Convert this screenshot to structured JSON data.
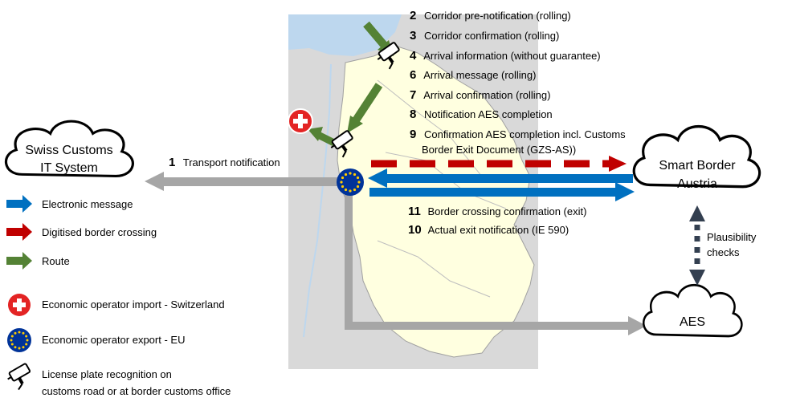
{
  "clouds": {
    "swiss": {
      "line1": "Swiss Customs",
      "line2": "IT System"
    },
    "smart": {
      "line1": "Smart Border",
      "line2": "Austria"
    },
    "aes": {
      "label": "AES"
    }
  },
  "steps": [
    {
      "num": "2",
      "text": "Corridor pre-notification (rolling)"
    },
    {
      "num": "3",
      "text": "Corridor confirmation (rolling)"
    },
    {
      "num": "4",
      "text": "Arrival information (without guarantee)"
    },
    {
      "num": "6",
      "text": "Arrival message (rolling)"
    },
    {
      "num": "7",
      "text": "Arrival confirmation (rolling)"
    },
    {
      "num": "8",
      "text": "Notification AES completion"
    },
    {
      "num": "9",
      "text": "Confirmation AES completion incl. Customs",
      "text2": "Border Exit Document (GZS-AS))"
    }
  ],
  "transport": {
    "num": "1",
    "text": "Transport notification"
  },
  "exit_steps": [
    {
      "num": "11",
      "text": "Border crossing confirmation (exit)"
    },
    {
      "num": "10",
      "text": "Actual exit notification (IE 590)"
    }
  ],
  "plausibility": {
    "line1": "Plausibility",
    "line2": "checks"
  },
  "legend": [
    {
      "icon": "blue-arrow-icon",
      "label": "Electronic message"
    },
    {
      "icon": "red-arrow-icon",
      "label": "Digitised border crossing"
    },
    {
      "icon": "green-arrow-icon",
      "label": "Route"
    },
    {
      "icon": "swiss-cross-icon",
      "label": "Economic operator import - Switzerland"
    },
    {
      "icon": "eu-flag-icon",
      "label": "Economic operator export - EU"
    },
    {
      "icon": "camera-icon",
      "label": "License plate recognition on",
      "label2": "customs road or at border customs office"
    }
  ],
  "colors": {
    "blue": "#0070C0",
    "red": "#C00000",
    "green": "#548235",
    "grey": "#A6A6A6",
    "map_bg": "#D9D9D9",
    "map_land": "#FFFFE0",
    "lake": "#BDD7EE",
    "dark": "#333F50"
  }
}
